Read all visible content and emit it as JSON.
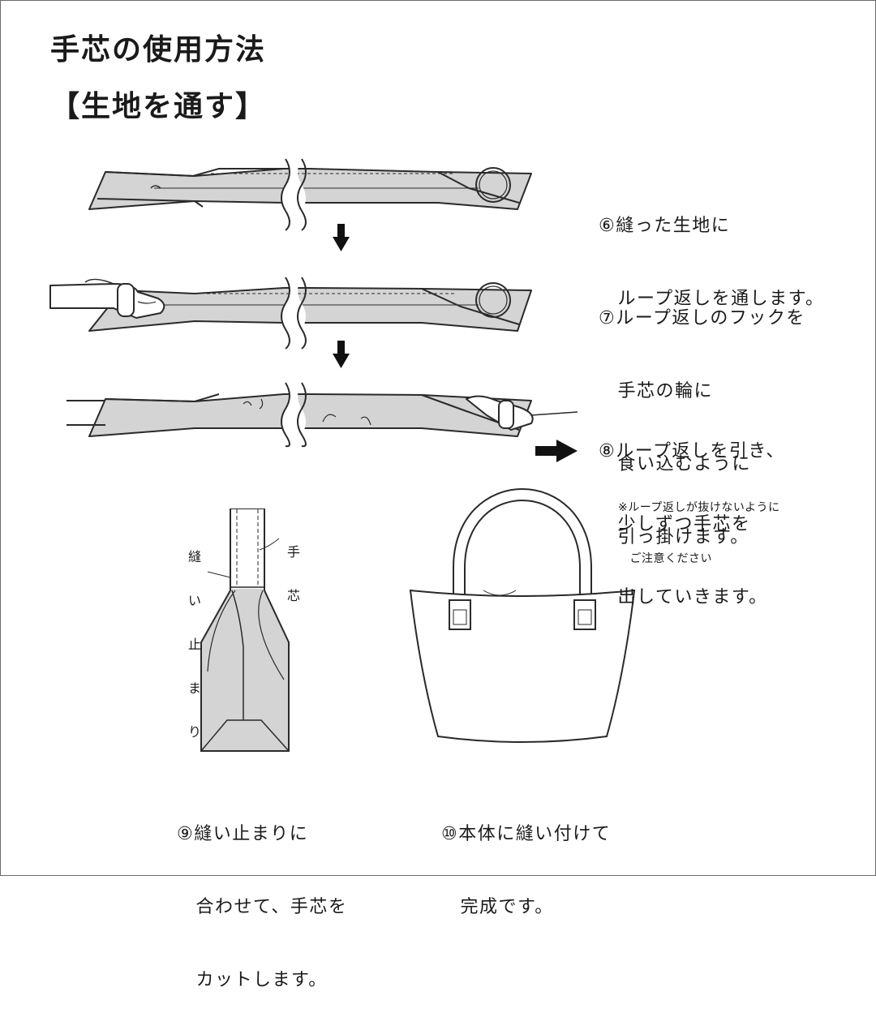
{
  "page": {
    "title": "手芯の使用方法",
    "subtitle": "【生地を通す】"
  },
  "steps": {
    "s6": {
      "lines": [
        "⑥縫った生地に",
        "　ループ返しを通します。"
      ]
    },
    "s7": {
      "lines": [
        "⑦ループ返しのフックを",
        "　手芯の輪に",
        "　食い込むように",
        "　引っ掛けます。"
      ]
    },
    "s8": {
      "lines": [
        "⑧ループ返しを引き、",
        "　少しずつ手芯を",
        "　出していきます。"
      ],
      "note": [
        "※ループ返しが抜けないように",
        "　ご注意ください"
      ]
    },
    "s9": {
      "lines": [
        "⑨縫い止まりに",
        "　合わせて、手芯を",
        "　カットします。"
      ]
    },
    "s10": {
      "lines": [
        "⑩本体に縫い付けて",
        "　完成です。"
      ]
    }
  },
  "callouts": {
    "stitch_stop": [
      "縫",
      "い",
      "止",
      "ま",
      "り"
    ],
    "handle_core": [
      "手",
      "芯"
    ]
  },
  "colors": {
    "fabric": "#d4d4d4",
    "line": "#2a2a2a",
    "arrow": "#111111",
    "border": "#6a6a6a"
  },
  "icons": [
    "down-arrow-icon",
    "right-arrow-icon",
    "loop-ring-icon",
    "hand-icon",
    "tote-bag-icon"
  ]
}
